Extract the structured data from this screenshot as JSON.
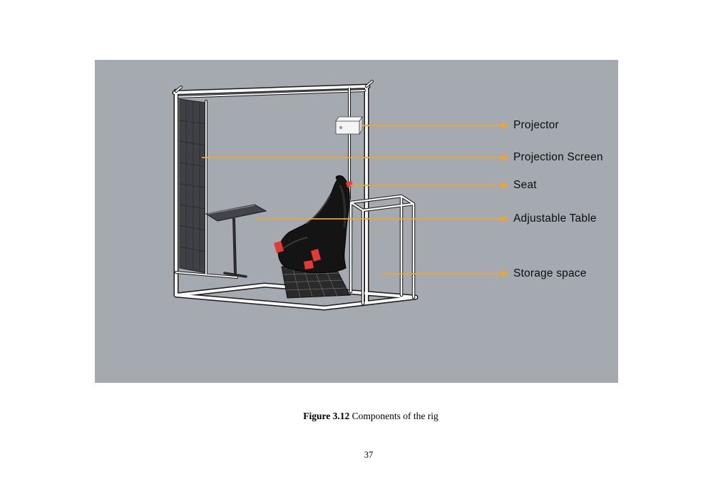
{
  "page": {
    "number": "37"
  },
  "figure": {
    "colors": {
      "background": "#a5aab1",
      "arrow": "#f0a42c",
      "screen": "#3f4146",
      "seat": "#141414",
      "accent_red": "#e23b37",
      "mat": "#2a2a2a",
      "table": "#43444a",
      "projector_face": "#f4f4f4",
      "projector_top": "#ffffff",
      "projector_side": "#d9d9d9"
    },
    "annotations": [
      {
        "label": "Projector"
      },
      {
        "label": "Projection Screen"
      },
      {
        "label": "Seat"
      },
      {
        "label": "Adjustable Table"
      },
      {
        "label": "Storage space"
      }
    ]
  },
  "caption": {
    "prefix": "Figure 3.12",
    "text": " Components of the rig"
  }
}
